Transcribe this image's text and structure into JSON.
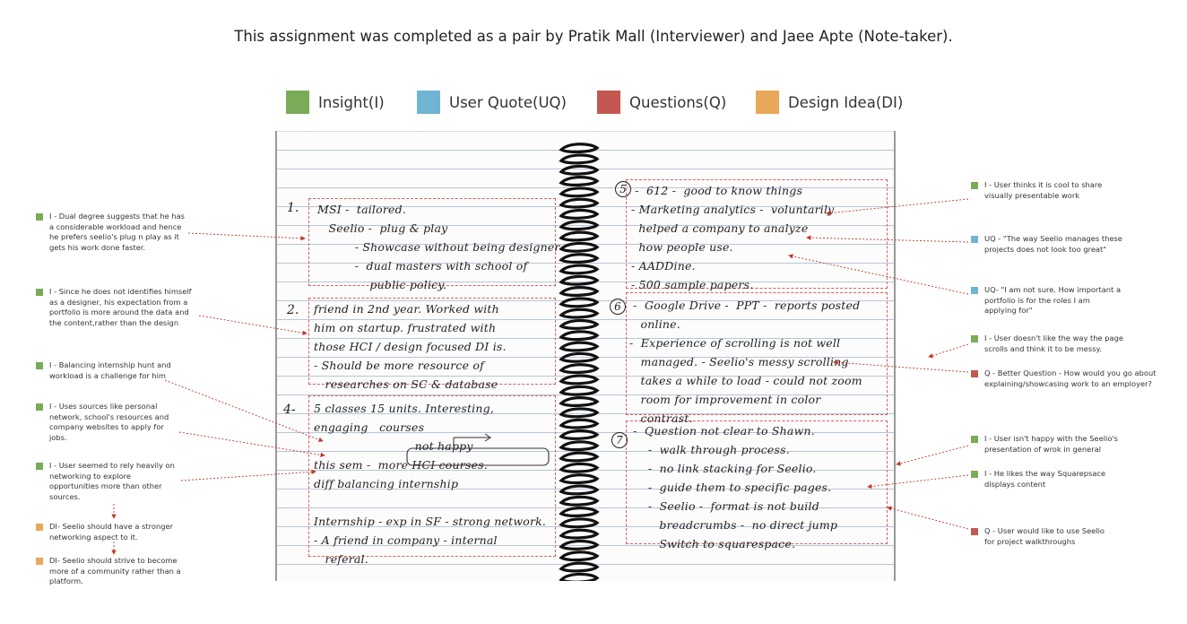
{
  "subtitle": "This assignment was completed as a pair by Pratik Mall (Interviewer) and Jaee Apte (Note-taker).",
  "colors": {
    "insight": "#7aab58",
    "quote": "#70b4d4",
    "question": "#c45850",
    "idea": "#e8a85a",
    "arrow": "#c0392b"
  },
  "legend": [
    {
      "label": "Insight(I)"
    },
    {
      "label": "User Quote(UQ)"
    },
    {
      "label": "Questions(Q)"
    },
    {
      "label": "Design Idea(DI)"
    }
  ],
  "notebook": {
    "sections": [
      {
        "number": "1.",
        "text": "MSI -  tailored.\n   Seelio -  plug & play\n          - Showcase without being designer\n          -  dual masters with school of\n              public policy."
      },
      {
        "number": "2.",
        "text": "friend in 2nd year. Worked with\nhim on startup. frustrated with\nthose HCI / design focused DI is.\n- Should be more resource of\n   researches on SC & database"
      },
      {
        "number": "4-",
        "text": "5 classes 15 units. Interesting,\nengaging   courses\n                           not happy\nthis sem -  more HCI courses.\ndiff balancing internship\n\nInternship - exp in SF - strong network.\n- A friend in company - internal\n   referal."
      },
      {
        "number": "5",
        "text": " -  612 -  good to know things\n- Marketing analytics -  voluntarily\n  helped a company to analyze\n  how people use.\n- AADDine.\n- 500 sample papers."
      },
      {
        "number": "6",
        "text": " -  Google Drive -  PPT -  reports posted\n   online.\n-  Experience of scrolling is not well\n   managed. - Seelio's messy scrolling\n   takes a while to load - could not zoom\n   room for improvement in color\n   contrast."
      },
      {
        "number": "7",
        "text": " -  Question not clear to Shawn.\n     -  walk through process.\n     -  no link stacking for Seelio.\n     -  guide them to specific pages.\n     -  Seelio -  format is not build\n        breadcrumbs -  no direct jump\n        Switch to squarespace."
      }
    ]
  },
  "annotations": {
    "left": [
      {
        "type": "insight",
        "text": "I - Dual degree suggests that he has a considerable workload and hence he prefers seelio's plug n play as it gets his work done faster."
      },
      {
        "type": "insight",
        "text": "I - Since he does not identifies himself as a designer, his expectation from a portfolio is more around the data and the content,rather than the design"
      },
      {
        "type": "insight",
        "text": "I - Balancing internship hunt and workload is a challenge for him"
      },
      {
        "type": "insight",
        "text": "I - Uses sources like personal network, school's resources and company websites to apply for jobs."
      },
      {
        "type": "insight",
        "text": "I - User seemed to rely heavily on networking to explore opportunities more than other sources."
      },
      {
        "type": "idea",
        "text": "DI- Seelio should have a stronger networking aspect to it."
      },
      {
        "type": "idea",
        "text": "DI- Seelio should strive to become more of a community rather than a platform."
      }
    ],
    "right": [
      {
        "type": "insight",
        "text": "I - User thinks it is cool to share visually presentable work"
      },
      {
        "type": "quote",
        "text": "UQ -  \"The way Seelio manages these projects does not look too great\""
      },
      {
        "type": "quote",
        "text": "UQ- \"I am not sure. How important a portfolio is for the roles I am applying for\""
      },
      {
        "type": "insight",
        "text": "I - User  doesn't like the way the page scrolls and think it to be messy."
      },
      {
        "type": "question",
        "text": "Q - Better Question - How would you go about explaining/showcasing work to an employer?"
      },
      {
        "type": "insight",
        "text": "I - User isn't happy with the Seelio's presentation of wrok in general"
      },
      {
        "type": "insight",
        "text": "I - He likes the way Squarepsace displays content"
      },
      {
        "type": "question",
        "text": "Q - User would like to use Seelio for project walkthroughs"
      }
    ]
  }
}
